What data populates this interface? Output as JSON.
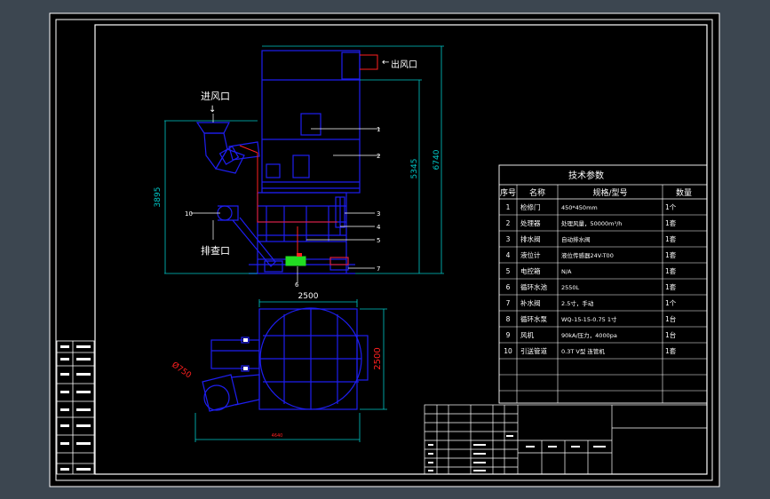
{
  "colors": {
    "background": "#3c4650",
    "paper": "#000000",
    "frame": "#ffffff",
    "outline": "#1e1ef0",
    "dimension": "#00c8c8",
    "highlight": "#ff2020",
    "accent": "#22dd22",
    "label": "#ffffff"
  },
  "elevation": {
    "outlet_label": "出风口",
    "inlet_label": "进风口",
    "discharge_label": "排查口",
    "dim_height_total": "6740",
    "dim_height_body": "5345",
    "dim_height_left": "3895",
    "callouts": [
      "1",
      "2",
      "3",
      "4",
      "5",
      "6",
      "7",
      "10"
    ]
  },
  "plan": {
    "dim_width": "2500",
    "dim_depth": "2500",
    "dim_pipe": "Ø750",
    "dim_bottom": "4640"
  },
  "tech_table": {
    "title": "技术参数",
    "headers": [
      "序号",
      "名称",
      "规格/型号",
      "数量"
    ],
    "rows": [
      [
        "1",
        "检修门",
        "450*450mm",
        "1个"
      ],
      [
        "2",
        "处理器",
        "处理风量，50000m³/h",
        "1套"
      ],
      [
        "3",
        "排水阀",
        "自动排水阀",
        "1套"
      ],
      [
        "4",
        "液位计",
        "液位传感器24V-T00",
        "1套"
      ],
      [
        "5",
        "电控箱",
        "N/A",
        "1套"
      ],
      [
        "6",
        "循环水池",
        "2550L",
        "1套"
      ],
      [
        "7",
        "补水阀",
        "2.5寸，手动",
        "1个"
      ],
      [
        "8",
        "循环水泵",
        "WQ-15-15-0.75 1寸",
        "1台"
      ],
      [
        "9",
        "风机",
        "90kA/压力，4000pa",
        "1台"
      ],
      [
        "10",
        "引送管道",
        "0.3T V型 连管机",
        "1套"
      ]
    ]
  }
}
